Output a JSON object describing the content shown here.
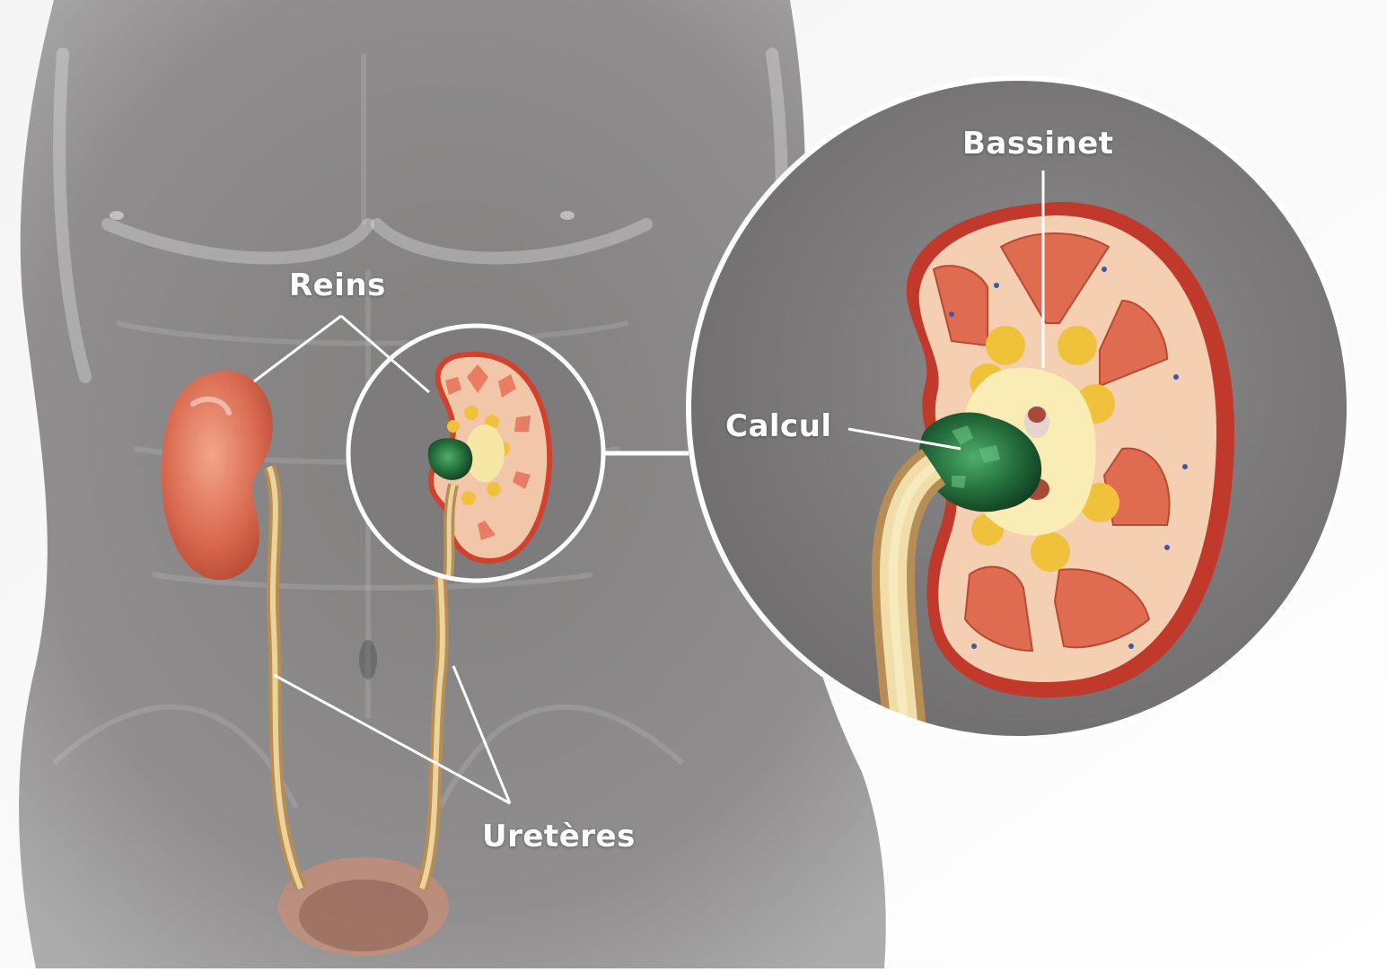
{
  "labels": {
    "reins": "Reins",
    "ureteres": "Uretères",
    "bassinet": "Bassinet",
    "calcul": "Calcul"
  }
}
